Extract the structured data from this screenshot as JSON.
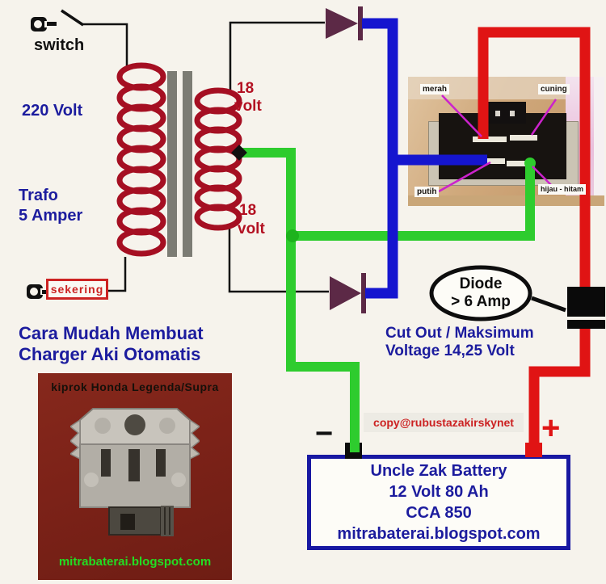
{
  "colors": {
    "background": "#f6f3ec",
    "wire_red": "#e01414",
    "wire_green": "#2ecc2e",
    "wire_blue": "#1515cf",
    "wire_black": "#111111",
    "coil_red": "#a50f22",
    "core_gray": "#7c7c74",
    "diode_fill": "#5c2946",
    "navy_text": "#1c1c9e",
    "dark_red_text": "#b31122",
    "fuse_red": "#cc2222",
    "magenta_pointer": "#cc22cc",
    "photo_kiprok_bg": "#7c2218",
    "photo_url_green": "#23dd23",
    "battery_border": "#1818a2"
  },
  "labels": {
    "switch": "switch",
    "primary_voltage": "220 Volt",
    "trafo_line1": "Trafo",
    "trafo_line2": "5 Amper",
    "secondary_top_num": "18",
    "secondary_top_unit": "volt",
    "secondary_bottom_num": "18",
    "secondary_bottom_unit": "volt",
    "fuse": "sekering",
    "title_line1": "Cara Mudah Membuat",
    "title_line2": "Charger Aki Otomatis",
    "diode_callout_line1": "Diode",
    "diode_callout_line2": "> 6 Amp",
    "cutout_line1": "Cut Out / Maksimum",
    "cutout_line2": "Voltage 14,25 Volt",
    "copyright": "copy@rubustazakirskynet",
    "minus": "−",
    "plus": "+"
  },
  "battery": {
    "line1": "Uncle Zak Battery",
    "line2": "12 Volt 80 Ah",
    "line3": "CCA 850",
    "line4": "mitrabaterai.blogspot.com"
  },
  "photo_kiprok": {
    "title": "kiprok Honda Legenda/Supra",
    "url": "mitrabaterai.blogspot.com"
  },
  "photo_connector": {
    "pin_labels": {
      "top_left": "merah",
      "top_right": "cuning",
      "bottom_left": "putih",
      "bottom_right": "hijau - hitam"
    }
  }
}
